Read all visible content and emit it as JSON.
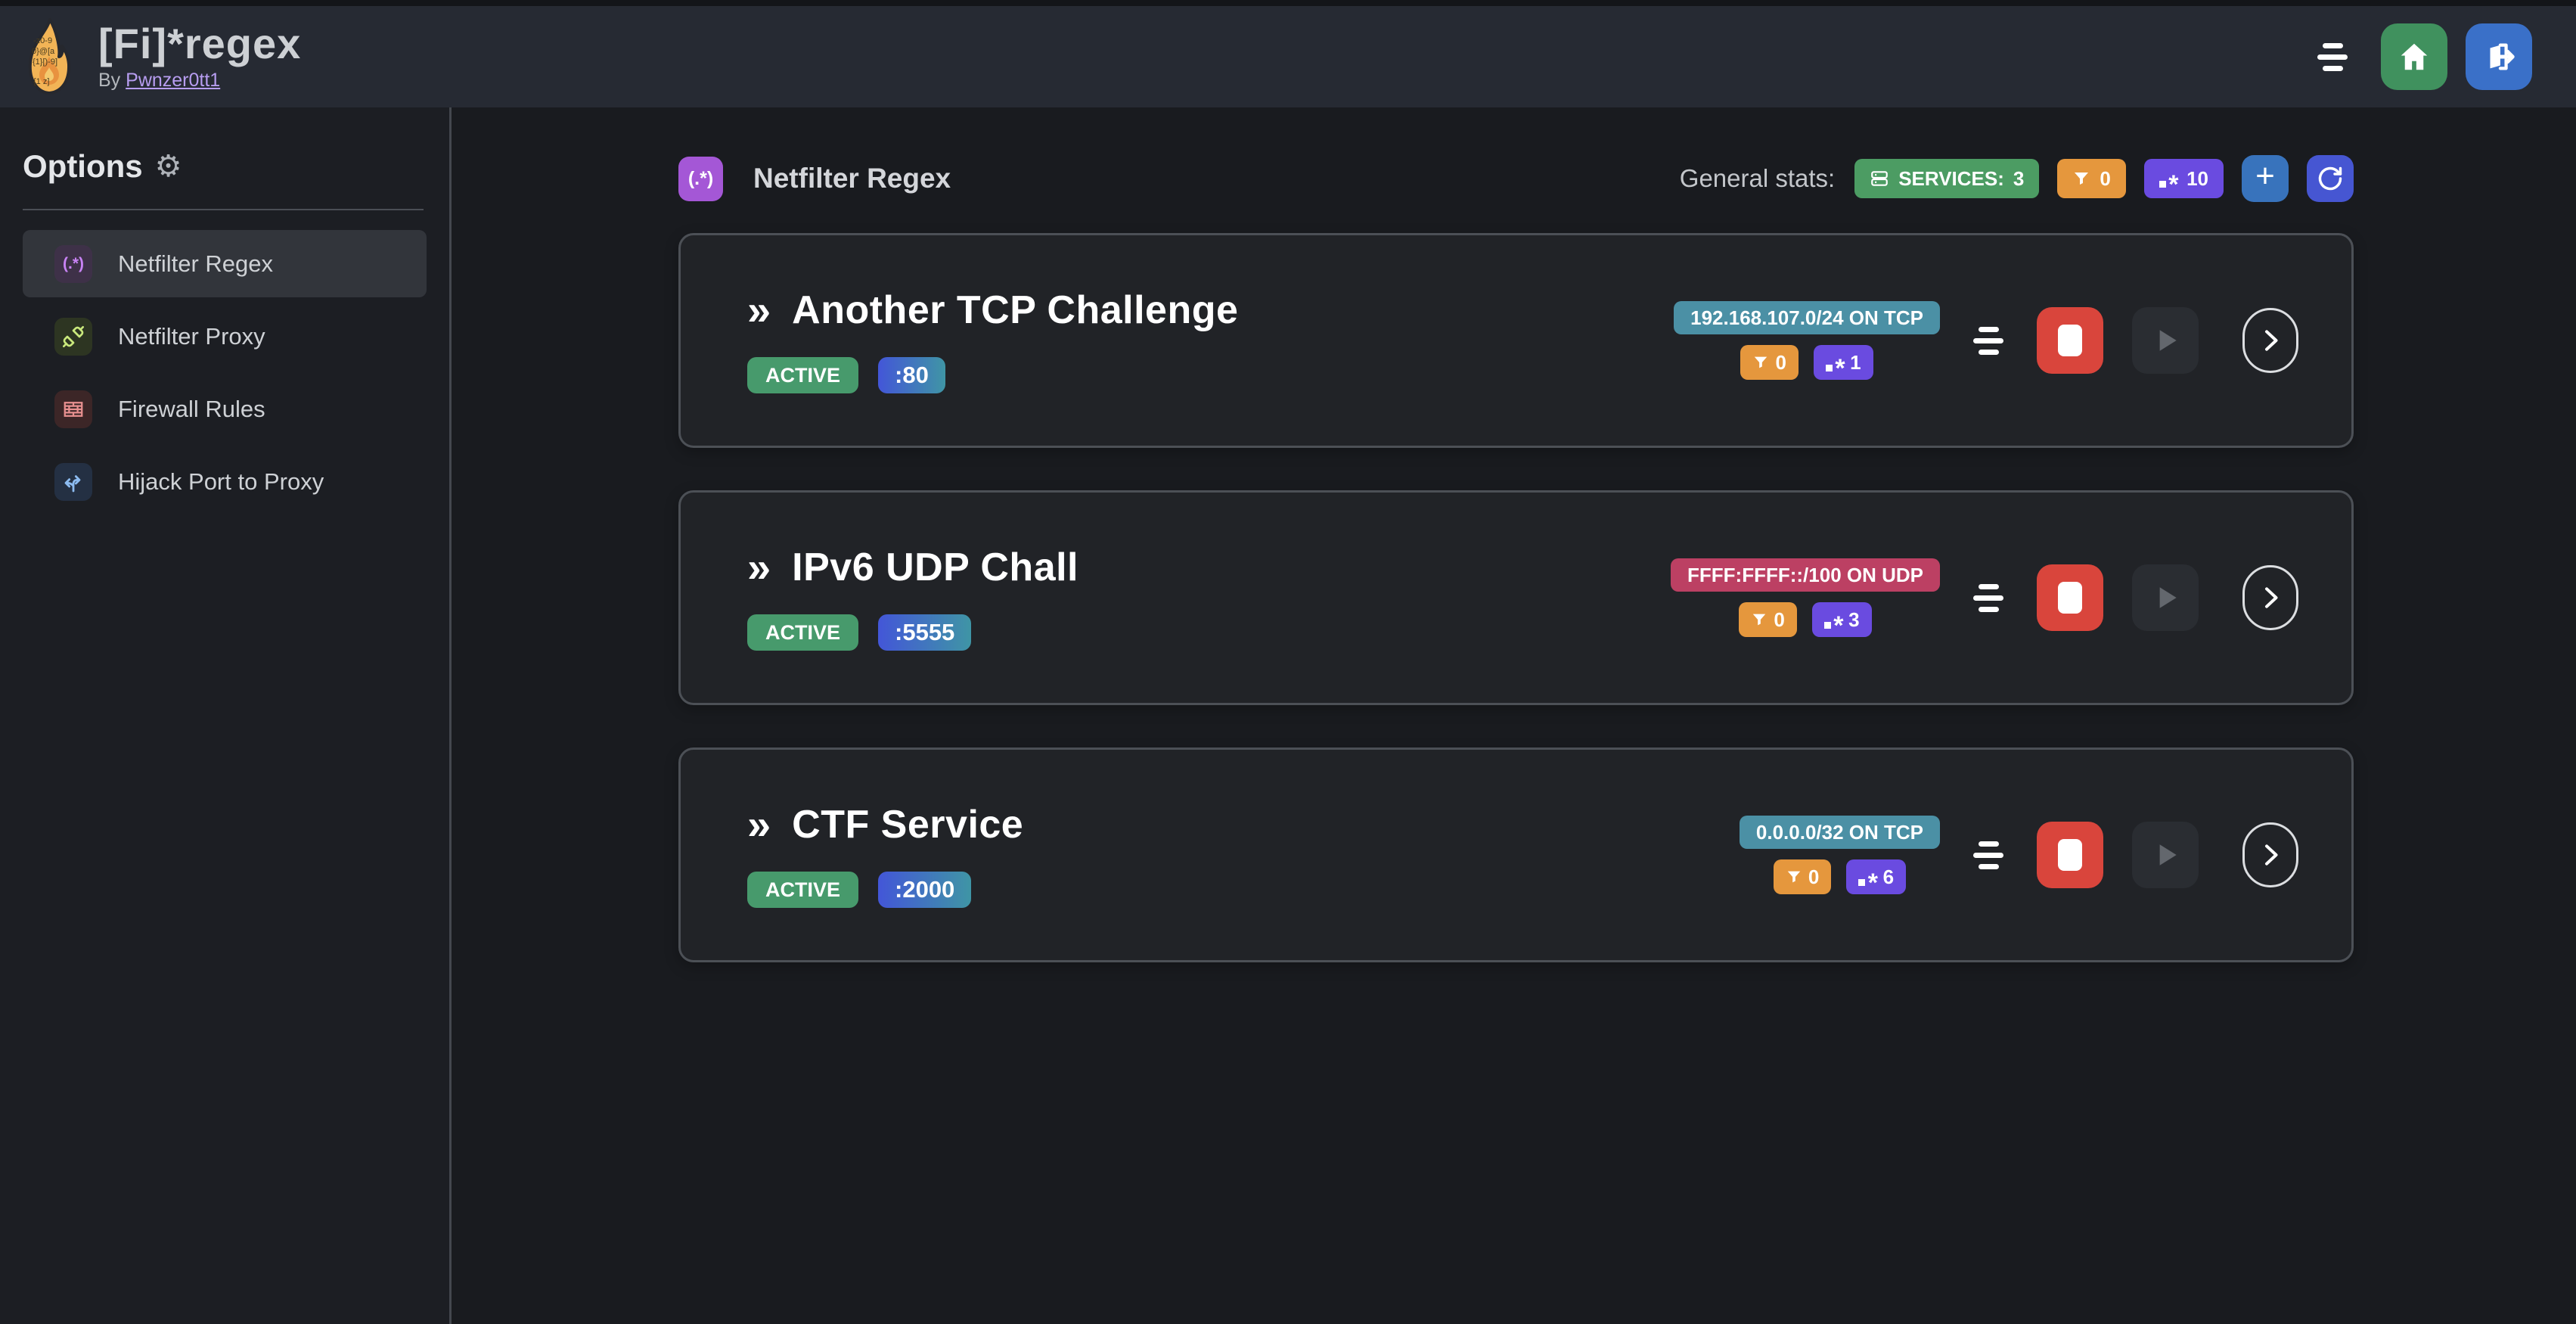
{
  "navbar": {
    "title": "[Fi]*regex",
    "byline_prefix": "By",
    "author": "Pwnzer0tt1",
    "home_color": "#40915e",
    "logout_color": "#3a70c8"
  },
  "sidebar": {
    "heading": "Options",
    "gear": "⚙",
    "items": [
      {
        "label": "Netfilter Regex",
        "icon": "regex-icon",
        "tile_bg": "#3e3148",
        "glyph_color": "#c983f5",
        "active": true
      },
      {
        "label": "Netfilter Proxy",
        "icon": "plug-icon",
        "tile_bg": "#2d3522",
        "glyph_color": "#c9e87c",
        "active": false
      },
      {
        "label": "Firewall Rules",
        "icon": "firewall-icon",
        "tile_bg": "#3c2627",
        "glyph_color": "#e89090",
        "active": false
      },
      {
        "label": "Hijack Port to Proxy",
        "icon": "fork-icon",
        "tile_bg": "#243043",
        "glyph_color": "#8cbbf0",
        "active": false
      }
    ]
  },
  "main": {
    "header": {
      "icon_glyph": "(.*)",
      "title": "Netfilter Regex"
    },
    "stats": {
      "label": "General stats:",
      "services_label": "SERVICES:",
      "services_count": "3",
      "filter_count": "0",
      "regex_count": "10"
    },
    "services": [
      {
        "name": "Another TCP Challenge",
        "status": "ACTIVE",
        "port": ":80",
        "subnet": "192.168.107.0/24 ON TCP",
        "subnet_color": "#4b90a5",
        "filter_count": "0",
        "regex_count": "1"
      },
      {
        "name": "IPv6 UDP Chall",
        "status": "ACTIVE",
        "port": ":5555",
        "subnet": "FFFF:FFFF::/100 ON UDP",
        "subnet_color": "#bc4063",
        "filter_count": "0",
        "regex_count": "3"
      },
      {
        "name": "CTF Service",
        "status": "ACTIVE",
        "port": ":2000",
        "subnet": "0.0.0.0/32 ON TCP",
        "subnet_color": "#4b90a5",
        "filter_count": "0",
        "regex_count": "6"
      }
    ]
  }
}
